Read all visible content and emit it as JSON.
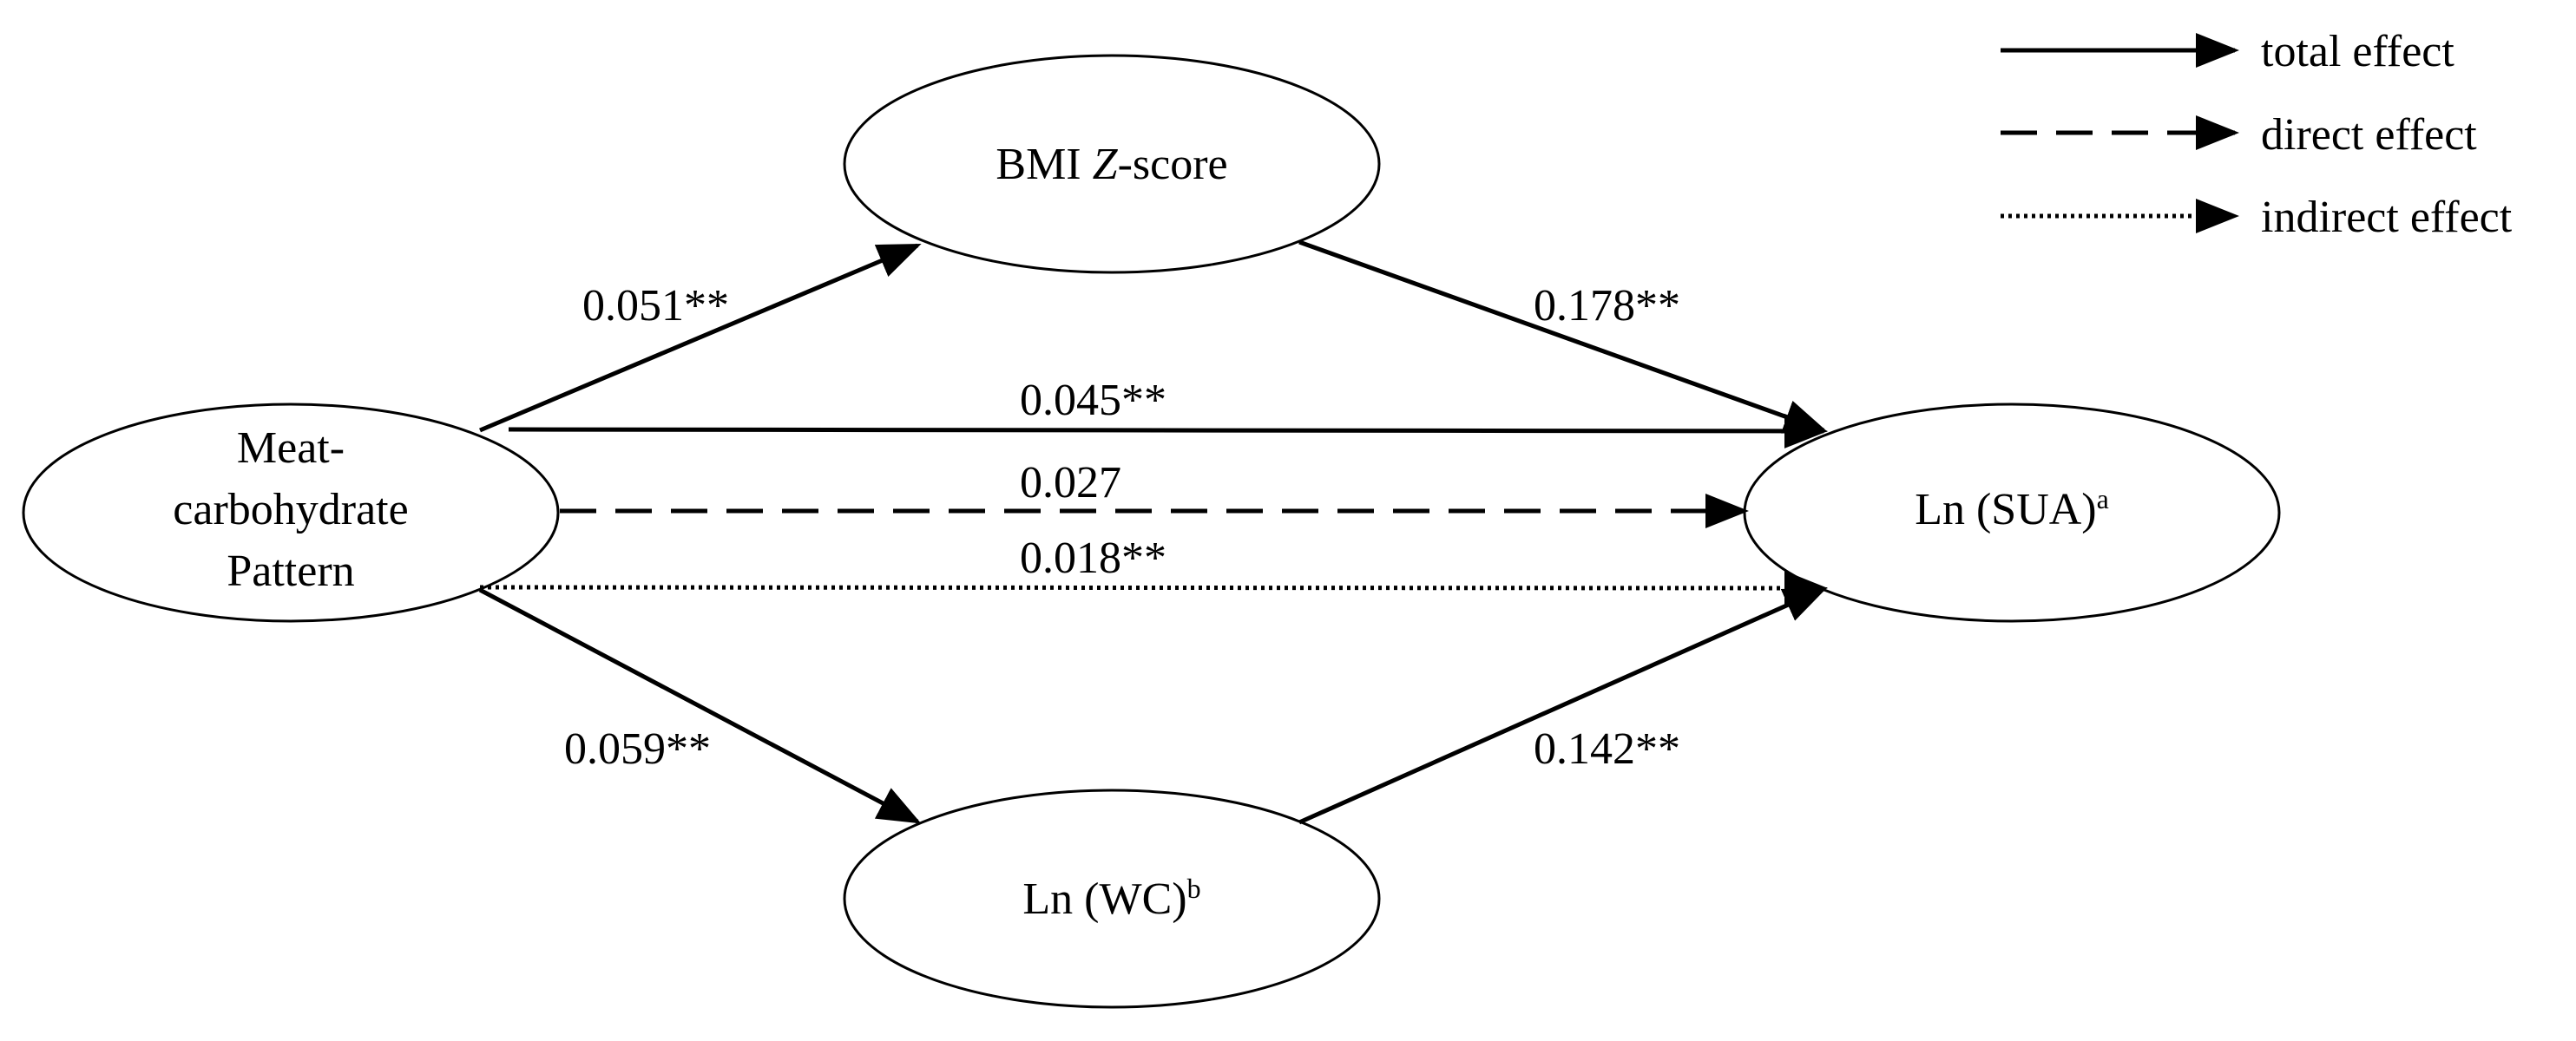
{
  "nodes": {
    "meat": {
      "line1": "Meat-",
      "line2": "carbohydrate",
      "line3": "Pattern"
    },
    "bmi": {
      "label_pre": "BMI ",
      "label_italic": "Z",
      "label_post": "-score"
    },
    "sua": {
      "label": "Ln (SUA)",
      "sup": "a"
    },
    "wc": {
      "label": "Ln (WC)",
      "sup": "b"
    }
  },
  "paths": {
    "meat_to_bmi": "0.051**",
    "bmi_to_sua": "0.178**",
    "total": "0.045**",
    "direct": "0.027",
    "indirect": "0.018**",
    "meat_to_wc": "0.059**",
    "wc_to_sua": "0.142**"
  },
  "legend": {
    "total": "total effect",
    "direct": "direct effect",
    "indirect": "indirect effect"
  }
}
